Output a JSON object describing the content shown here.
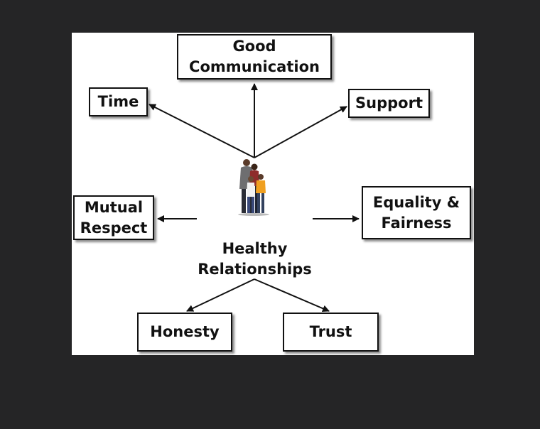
{
  "diagram": {
    "center": "Healthy\nRelationships",
    "nodes": {
      "good_communication": "Good\nCommunication",
      "time": "Time",
      "support": "Support",
      "mutual_respect": "Mutual\nRespect",
      "equality_fairness": "Equality &\nFairness",
      "honesty": "Honesty",
      "trust": "Trust"
    },
    "center_icon": "family-photo-icon"
  },
  "colors": {
    "page_background": "#252526",
    "canvas_background": "#ffffff",
    "ink": "#111111"
  }
}
